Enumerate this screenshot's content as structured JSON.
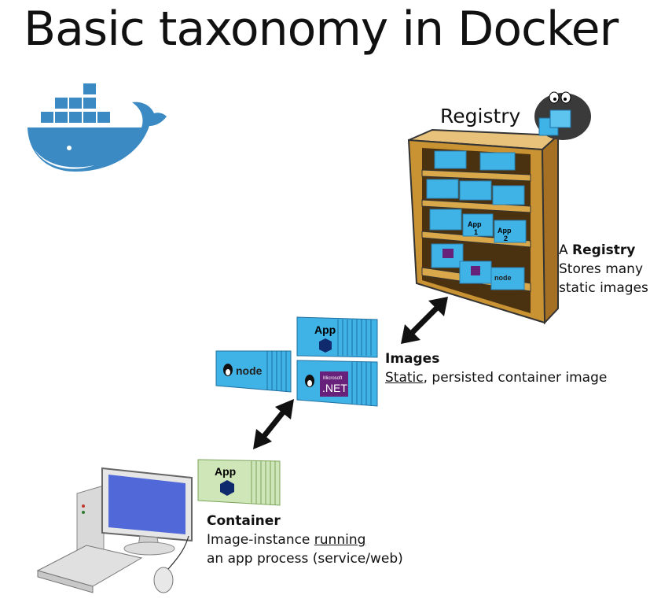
{
  "title": "Basic taxonomy in Docker",
  "registry": {
    "label": "Registry",
    "desc_prefix": "A ",
    "desc_bold": "Registry",
    "desc_line2": "Stores many",
    "desc_line3": "static images"
  },
  "images": {
    "heading": "Images",
    "desc_underlined": "Static",
    "desc_rest": ", persisted container image"
  },
  "container": {
    "heading": "Container",
    "desc_line1_prefix": "Image-instance ",
    "desc_line1_underlined": "running",
    "desc_line2": "an app process (service/web)"
  },
  "box_labels": {
    "app": "App",
    "app1_a": "App",
    "app1_b": "1",
    "app2_a": "App",
    "app2_b": "2",
    "node": "node",
    "net_small": "Microsoft",
    "net": ".NET"
  },
  "colors": {
    "docker_blue": "#3b8ac4",
    "image_blue": "#3fb2e6",
    "container_green": "#cfe6b8",
    "shelf_wood": "#d9a84a",
    "hex_navy": "#102a6e",
    "net_purple": "#68217a"
  }
}
